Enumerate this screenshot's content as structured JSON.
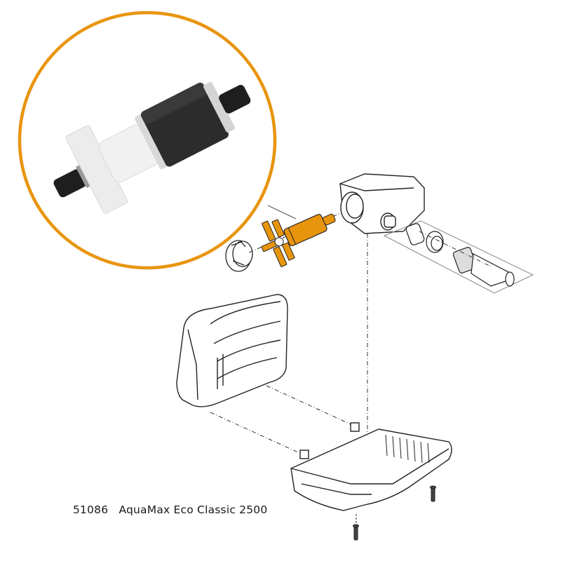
{
  "caption": {
    "part_number": "51086",
    "product_name": "AquaMax Eco Classic 2500"
  },
  "colors": {
    "highlight_orange": "#E8950E",
    "line_art": "#222222",
    "magnet_black": "#2b2b2b",
    "impeller_white": "#eeeeee",
    "background": "#ffffff"
  },
  "diagram": {
    "highlighted_part": "impeller",
    "callout_circle": "impeller-photo",
    "parts": [
      "impeller-photo",
      "impeller",
      "impeller-cover",
      "pump-housing",
      "hose-connector-set",
      "upper-shell",
      "lower-shell",
      "screws"
    ]
  }
}
